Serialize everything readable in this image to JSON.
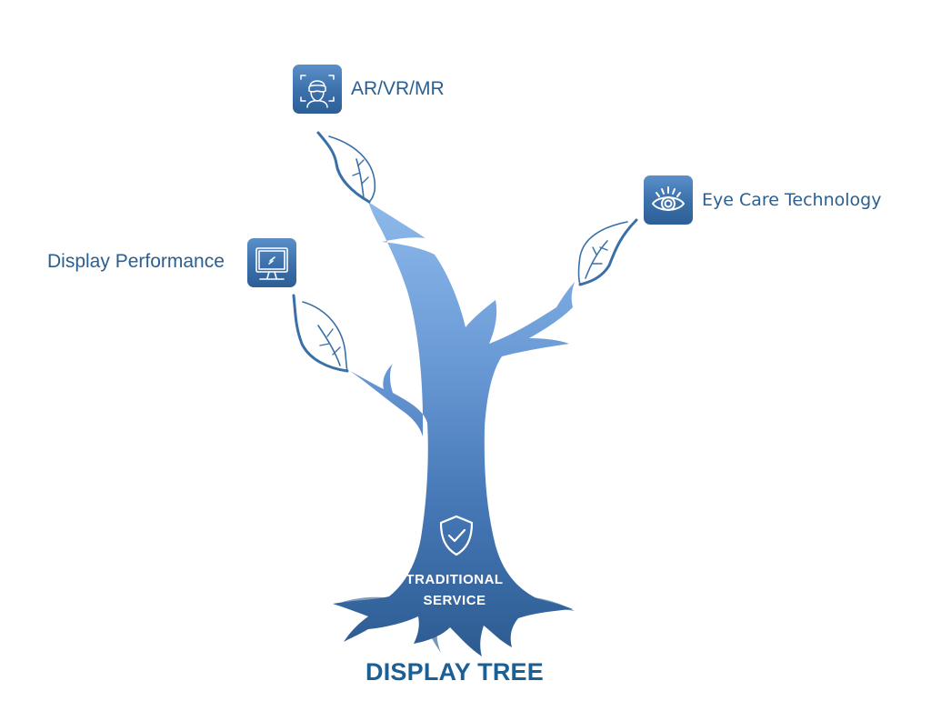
{
  "diagram": {
    "title": "DISPLAY TREE",
    "trunk": {
      "icon": "shield-check-icon",
      "line1": "TRADITIONAL",
      "line2": "SERVICE"
    },
    "branches": [
      {
        "label": "AR/VR/MR",
        "icon": "vr-headset-user-icon"
      },
      {
        "label": "Eye Care Technology",
        "icon": "eye-icon"
      },
      {
        "label": "Display Performance",
        "icon": "monitor-icon"
      }
    ],
    "colors": {
      "title": "#1c5f93",
      "label": "#2a5f8f",
      "tree_top": "#7aa9e0",
      "tree_bottom": "#2e5f95",
      "icon_bg": "#3d72ad"
    }
  }
}
